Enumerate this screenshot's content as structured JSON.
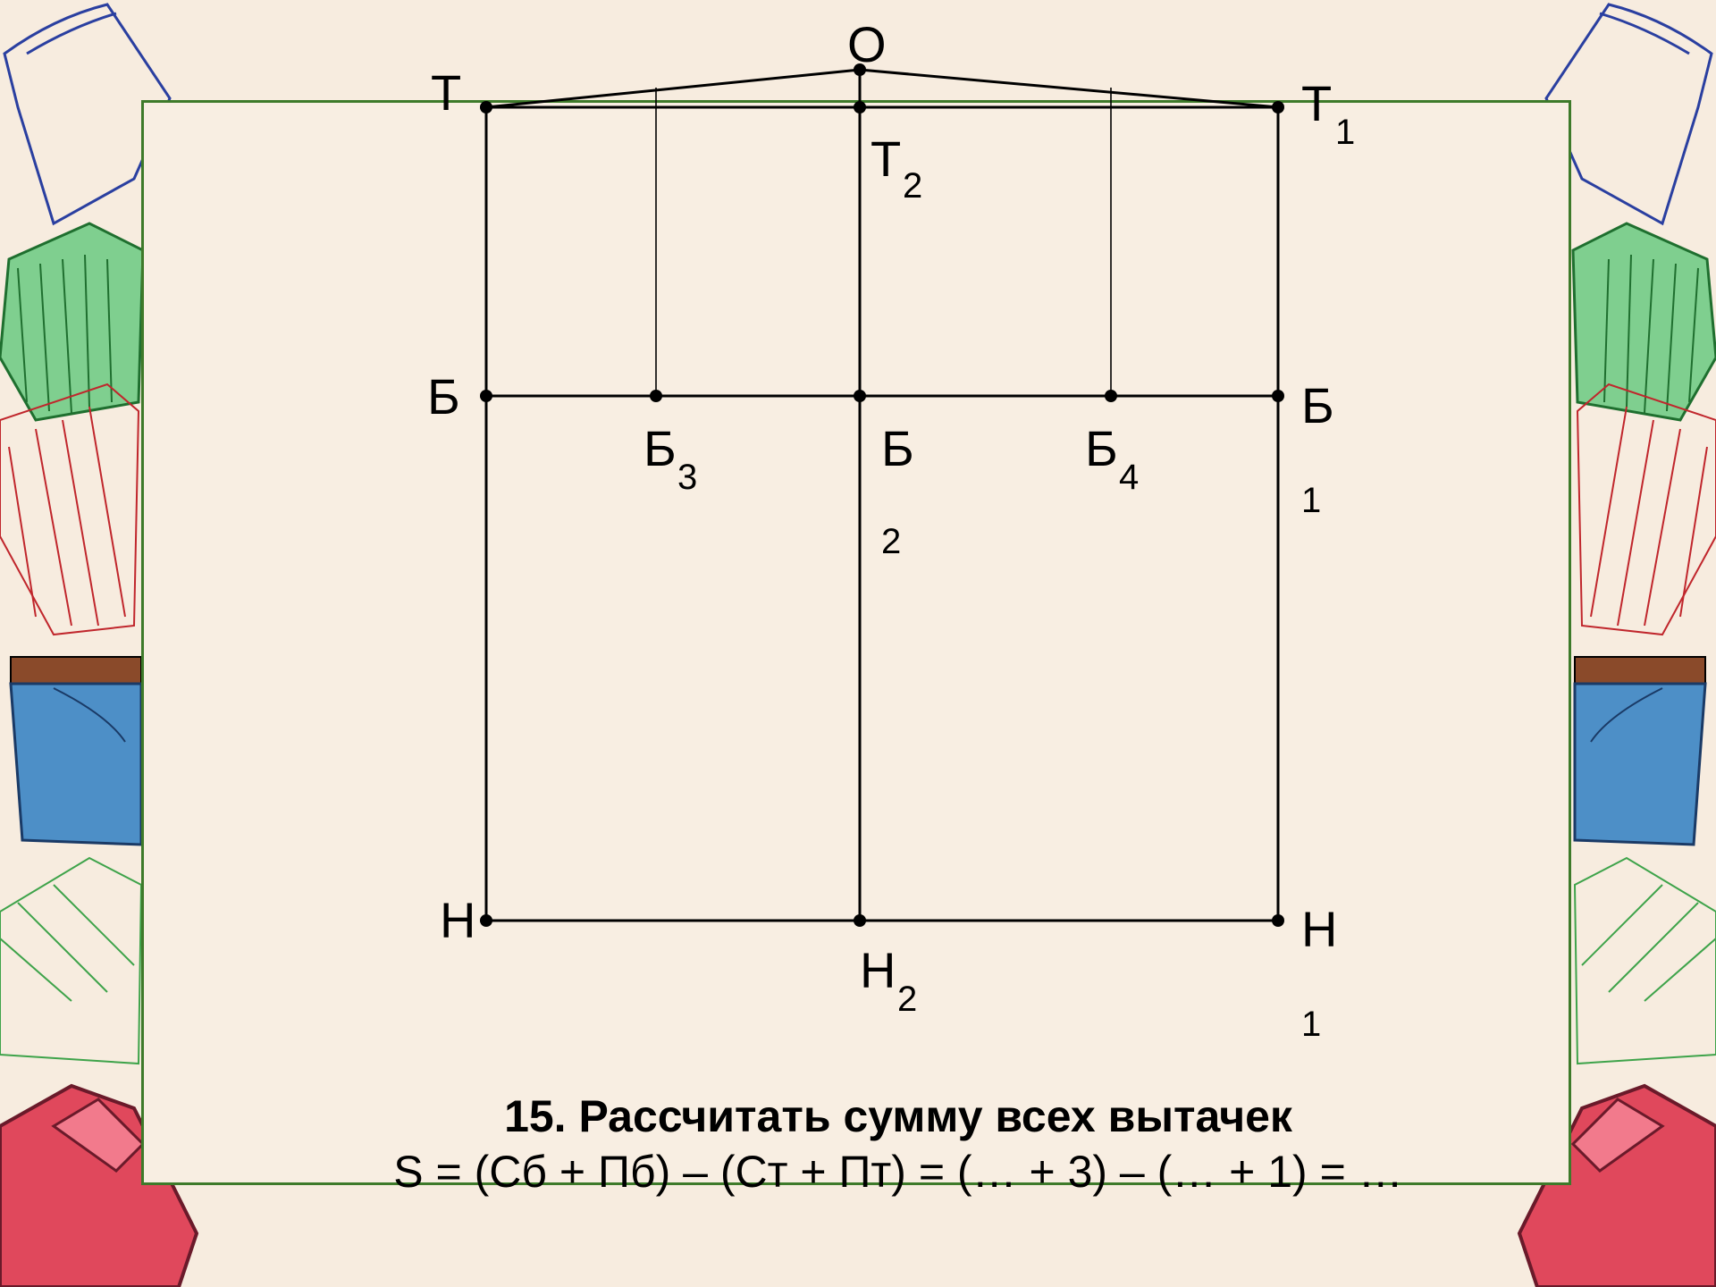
{
  "diagram": {
    "points": {
      "O": "О",
      "T": "Т",
      "T1": "Т",
      "T1_sub": "1",
      "T2": "Т",
      "T2_sub": "2",
      "B": "Б",
      "B1": "Б",
      "B1_sub": "1",
      "B2": "Б",
      "B2_sub": "2",
      "B3": "Б",
      "B3_sub": "3",
      "B4": "Б",
      "B4_sub": "4",
      "H": "Н",
      "H1": "Н",
      "H1_sub": "1",
      "H2": "Н",
      "H2_sub": "2"
    }
  },
  "task": {
    "title": "15.  Рассчитать сумму всех вытачек",
    "formula": "S = (Сб + Пб) – (Ст + Пт) = (… + 3) – (… + 1) = …"
  },
  "colors": {
    "background": "#f7ecdf",
    "board_border": "#3e7a2a",
    "lines": "#000000"
  },
  "decorations": [
    "skirt-sketch-icon",
    "pleated-skirt-icon",
    "denim-skirt-icon",
    "shoe-icon"
  ]
}
